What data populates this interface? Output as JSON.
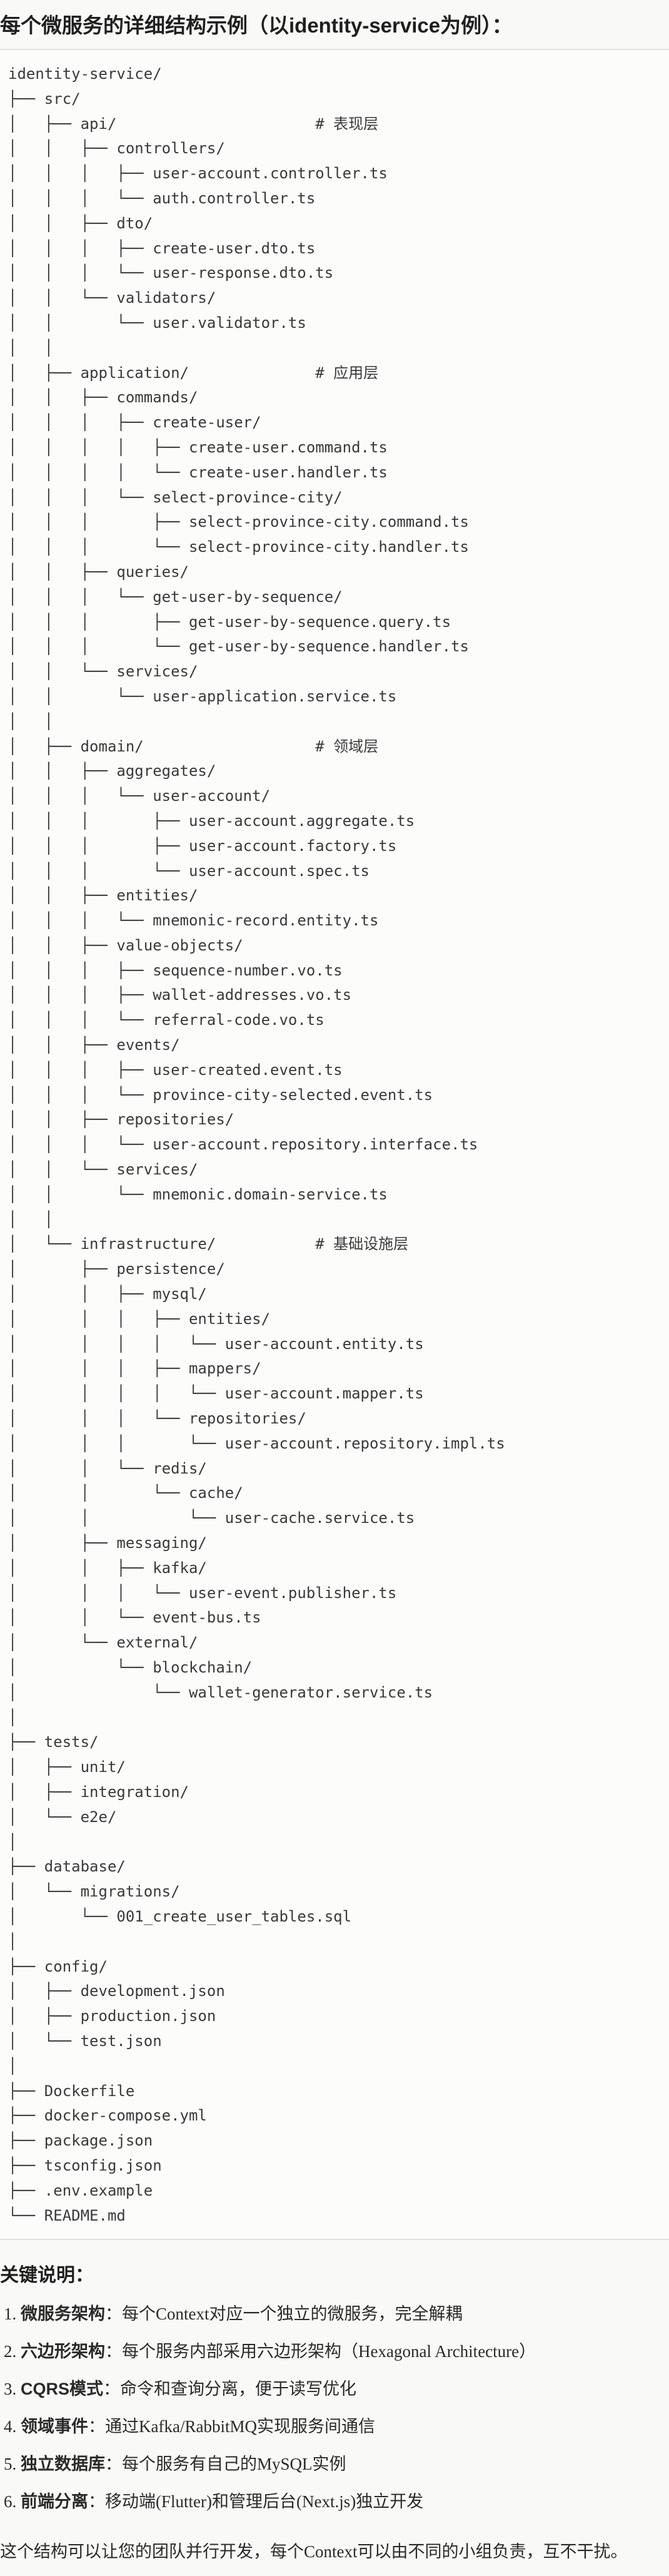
{
  "title": "每个微服务的详细结构示例（以identity-service为例）：",
  "tree_lines": [
    "identity-service/",
    "├── src/",
    "│   ├── api/                      # 表现层",
    "│   │   ├── controllers/",
    "│   │   │   ├── user-account.controller.ts",
    "│   │   │   └── auth.controller.ts",
    "│   │   ├── dto/",
    "│   │   │   ├── create-user.dto.ts",
    "│   │   │   └── user-response.dto.ts",
    "│   │   └── validators/",
    "│   │       └── user.validator.ts",
    "│   │",
    "│   ├── application/              # 应用层",
    "│   │   ├── commands/",
    "│   │   │   ├── create-user/",
    "│   │   │   │   ├── create-user.command.ts",
    "│   │   │   │   └── create-user.handler.ts",
    "│   │   │   └── select-province-city/",
    "│   │   │       ├── select-province-city.command.ts",
    "│   │   │       └── select-province-city.handler.ts",
    "│   │   ├── queries/",
    "│   │   │   └── get-user-by-sequence/",
    "│   │   │       ├── get-user-by-sequence.query.ts",
    "│   │   │       └── get-user-by-sequence.handler.ts",
    "│   │   └── services/",
    "│   │       └── user-application.service.ts",
    "│   │",
    "│   ├── domain/                   # 领域层",
    "│   │   ├── aggregates/",
    "│   │   │   └── user-account/",
    "│   │   │       ├── user-account.aggregate.ts",
    "│   │   │       ├── user-account.factory.ts",
    "│   │   │       └── user-account.spec.ts",
    "│   │   ├── entities/",
    "│   │   │   └── mnemonic-record.entity.ts",
    "│   │   ├── value-objects/",
    "│   │   │   ├── sequence-number.vo.ts",
    "│   │   │   ├── wallet-addresses.vo.ts",
    "│   │   │   └── referral-code.vo.ts",
    "│   │   ├── events/",
    "│   │   │   ├── user-created.event.ts",
    "│   │   │   └── province-city-selected.event.ts",
    "│   │   ├── repositories/",
    "│   │   │   └── user-account.repository.interface.ts",
    "│   │   └── services/",
    "│   │       └── mnemonic.domain-service.ts",
    "│   │",
    "│   └── infrastructure/           # 基础设施层",
    "│       ├── persistence/",
    "│       │   ├── mysql/",
    "│       │   │   ├── entities/",
    "│       │   │   │   └── user-account.entity.ts",
    "│       │   │   ├── mappers/",
    "│       │   │   │   └── user-account.mapper.ts",
    "│       │   │   └── repositories/",
    "│       │   │       └── user-account.repository.impl.ts",
    "│       │   └── redis/",
    "│       │       └── cache/",
    "│       │           └── user-cache.service.ts",
    "│       ├── messaging/",
    "│       │   ├── kafka/",
    "│       │   │   └── user-event.publisher.ts",
    "│       │   └── event-bus.ts",
    "│       └── external/",
    "│           └── blockchain/",
    "│               └── wallet-generator.service.ts",
    "│",
    "├── tests/",
    "│   ├── unit/",
    "│   ├── integration/",
    "│   └── e2e/",
    "│",
    "├── database/",
    "│   └── migrations/",
    "│       └── 001_create_user_tables.sql",
    "│",
    "├── config/",
    "│   ├── development.json",
    "│   ├── production.json",
    "│   └── test.json",
    "│",
    "├── Dockerfile",
    "├── docker-compose.yml",
    "├── package.json",
    "├── tsconfig.json",
    "├── .env.example",
    "└── README.md"
  ],
  "notes": {
    "heading": "关键说明：",
    "items": [
      {
        "num": "1. ",
        "term": "微服务架构",
        "text": "：每个Context对应一个独立的微服务，完全解耦"
      },
      {
        "num": "2. ",
        "term": "六边形架构",
        "text": "：每个服务内部采用六边形架构（Hexagonal Architecture）"
      },
      {
        "num": "3. ",
        "term": "CQRS模式",
        "text": "：命令和查询分离，便于读写优化"
      },
      {
        "num": "4. ",
        "term": "领域事件",
        "text": "：通过Kafka/RabbitMQ实现服务间通信"
      },
      {
        "num": "5. ",
        "term": "独立数据库",
        "text": "：每个服务有自己的MySQL实例"
      },
      {
        "num": "6. ",
        "term": "前端分离",
        "text": "：移动端(Flutter)和管理后台(Next.js)独立开发"
      }
    ]
  },
  "summary": "这个结构可以让您的团队并行开发，每个Context可以由不同的小组负责，互不干扰。"
}
